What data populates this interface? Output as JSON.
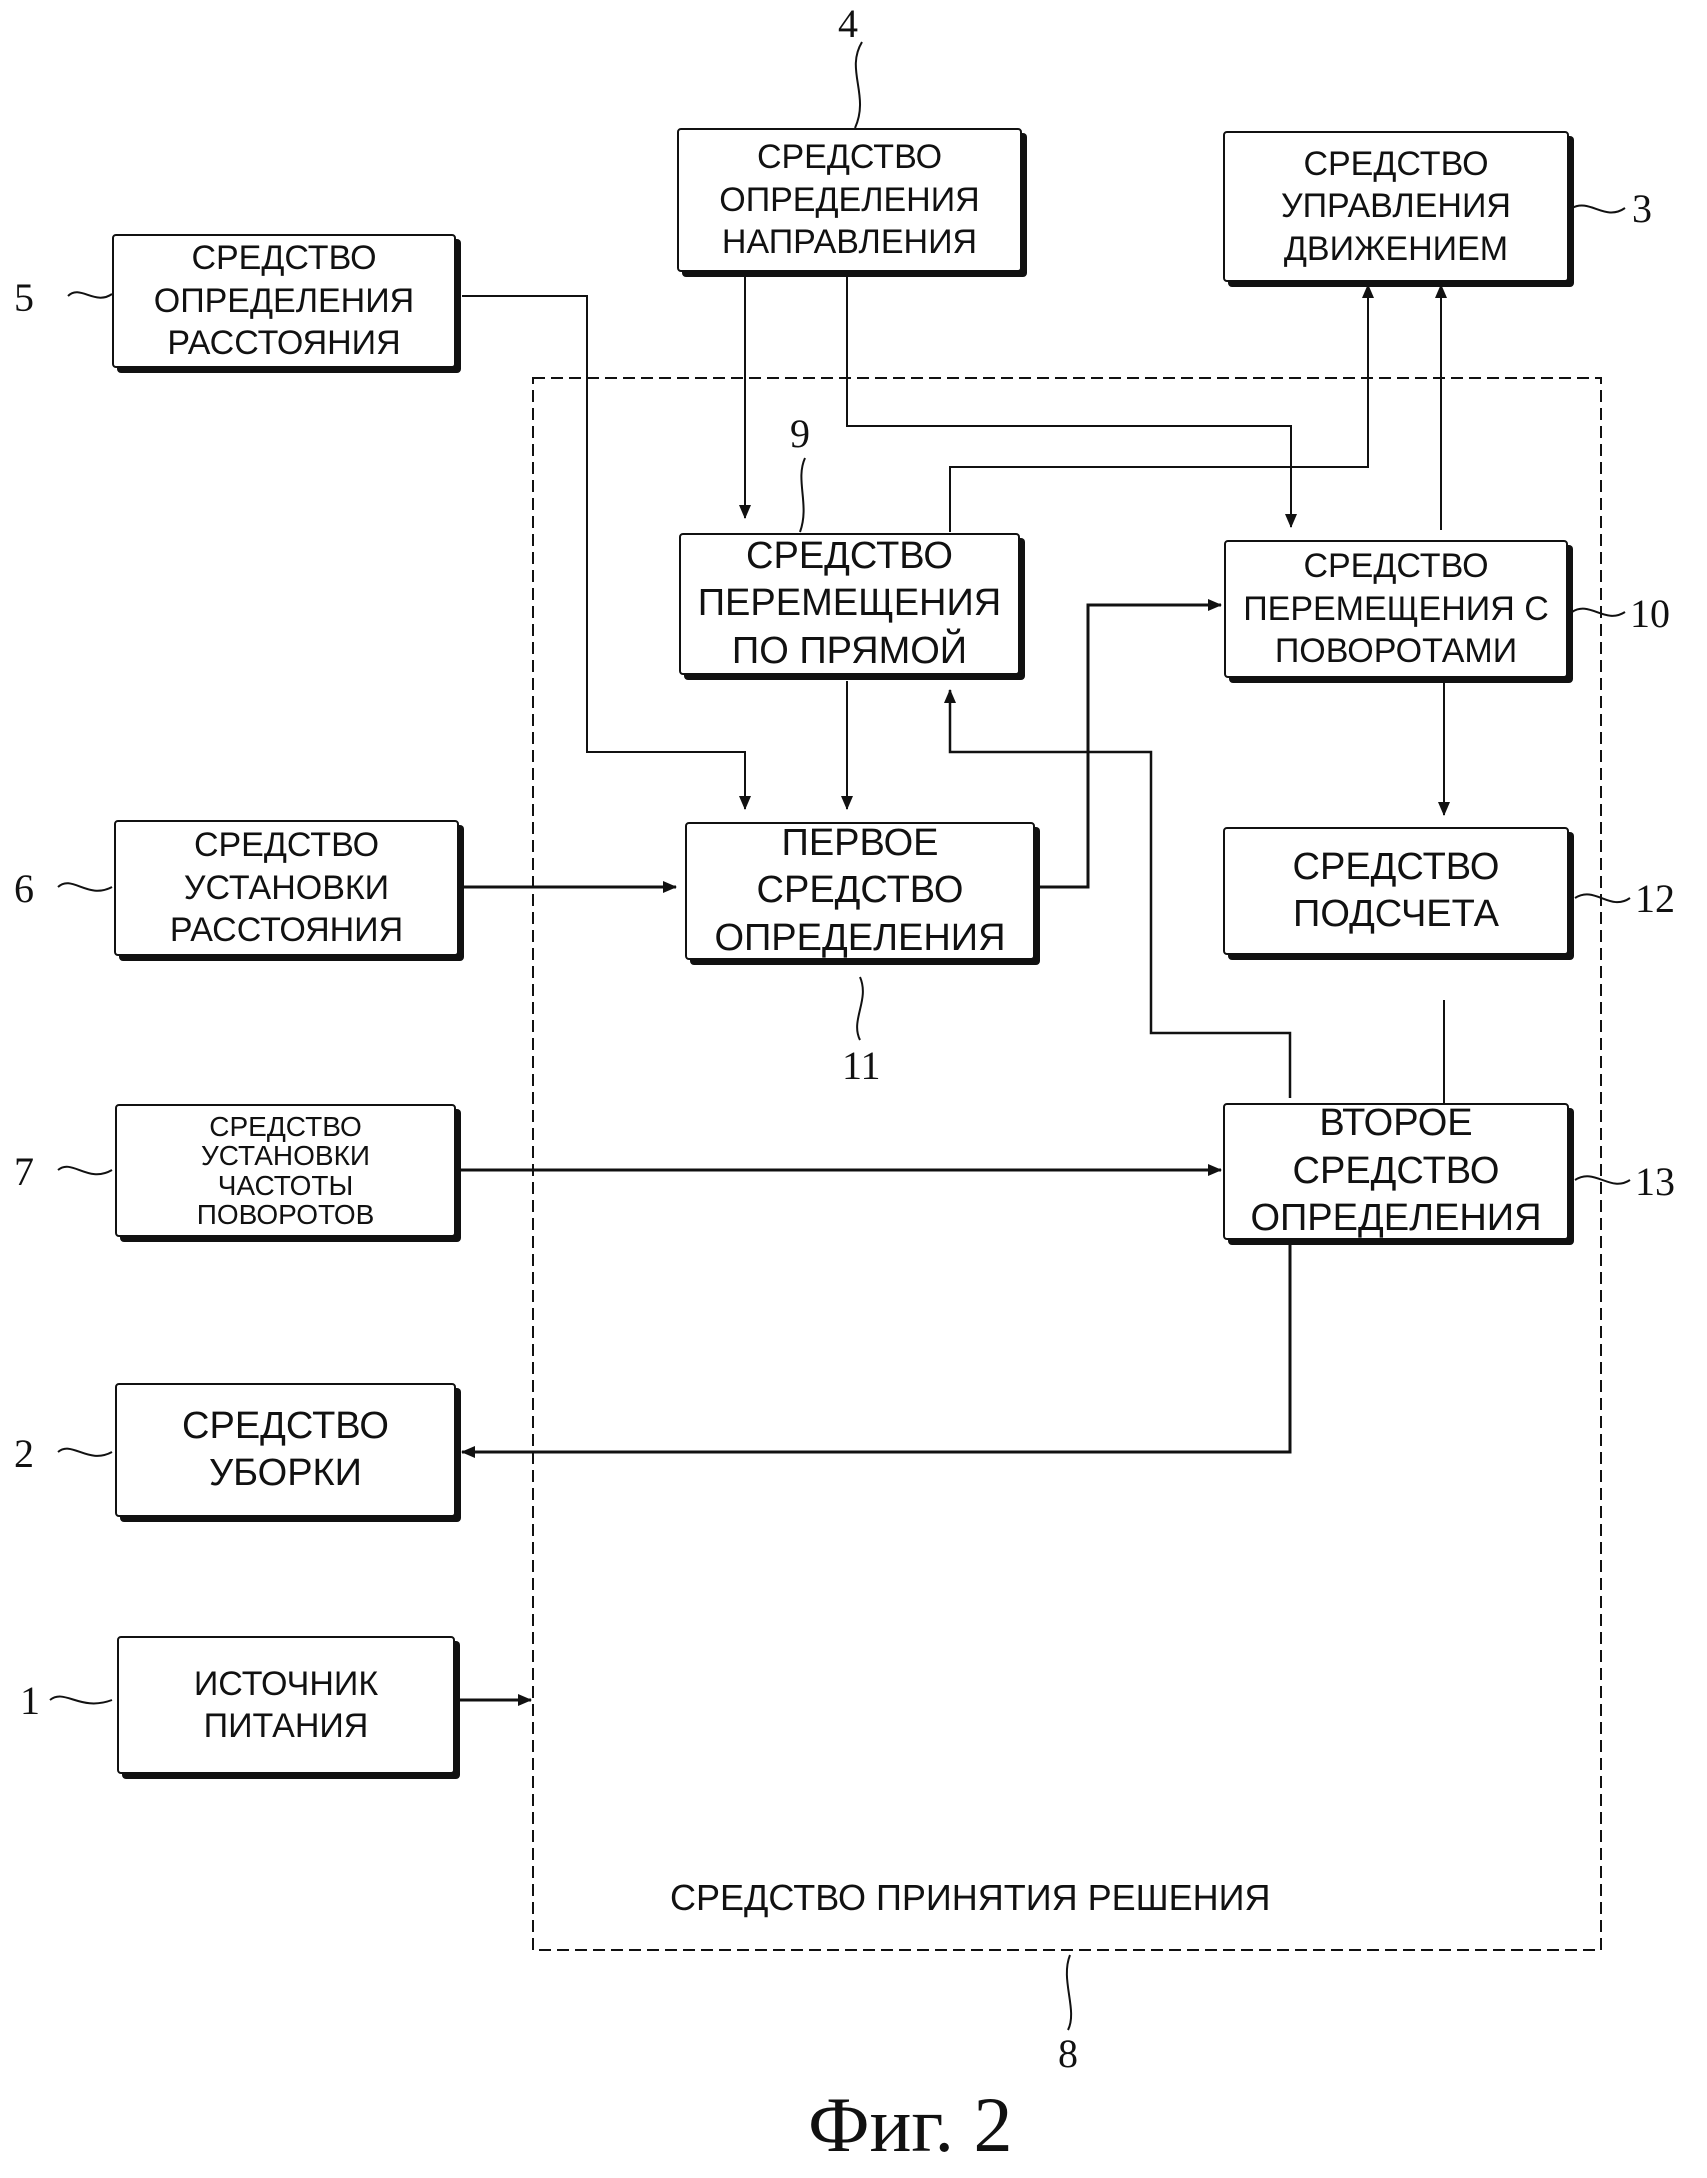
{
  "figure_caption": "Фиг. 2",
  "frame": {
    "ref": "8",
    "label": "СРЕДСТВО ПРИНЯТИЯ РЕШЕНИЯ"
  },
  "blocks": {
    "power": {
      "ref": "1",
      "lines": [
        "ИСТОЧНИК",
        "ПИТАНИЯ"
      ]
    },
    "cleaning": {
      "ref": "2",
      "lines": [
        "СРЕДСТВО",
        "УБОРКИ"
      ]
    },
    "motion_control": {
      "ref": "3",
      "lines": [
        "СРЕДСТВО",
        "УПРАВЛЕНИЯ",
        "ДВИЖЕНИЕМ"
      ]
    },
    "direction_detect": {
      "ref": "4",
      "lines": [
        "СРЕДСТВО",
        "ОПРЕДЕЛЕНИЯ",
        "НАПРАВЛЕНИЯ"
      ]
    },
    "distance_detect": {
      "ref": "5",
      "lines": [
        "СРЕДСТВО",
        "ОПРЕДЕЛЕНИЯ",
        "РАССТОЯНИЯ"
      ]
    },
    "distance_set": {
      "ref": "6",
      "lines": [
        "СРЕДСТВО",
        "УСТАНОВКИ",
        "РАССТОЯНИЯ"
      ]
    },
    "turn_freq_set": {
      "ref": "7",
      "lines": [
        "СРЕДСТВО",
        "УСТАНОВКИ",
        "ЧАСТОТЫ",
        "ПОВОРОТОВ"
      ]
    },
    "straight_move": {
      "ref": "9",
      "lines": [
        "СРЕДСТВО",
        "ПЕРЕМЕЩЕНИЯ",
        "ПО ПРЯМОЙ"
      ]
    },
    "turn_move": {
      "ref": "10",
      "lines": [
        "СРЕДСТВО",
        "ПЕРЕМЕЩЕНИЯ С",
        "ПОВОРОТАМИ"
      ]
    },
    "first_detect": {
      "ref": "11",
      "lines": [
        "ПЕРВОЕ",
        "СРЕДСТВО",
        "ОПРЕДЕЛЕНИЯ"
      ]
    },
    "counter": {
      "ref": "12",
      "lines": [
        "СРЕДСТВО",
        "ПОДСЧЕТА"
      ]
    },
    "second_detect": {
      "ref": "13",
      "lines": [
        "ВТОРОЕ",
        "СРЕДСТВО",
        "ОПРЕДЕЛЕНИЯ"
      ]
    }
  },
  "connections": [
    {
      "from": "direction_detect",
      "to": "straight_move"
    },
    {
      "from": "direction_detect",
      "to": "turn_move"
    },
    {
      "from": "distance_detect",
      "to": "first_detect"
    },
    {
      "from": "straight_move",
      "to": "first_detect"
    },
    {
      "from": "straight_move",
      "to": "motion_control"
    },
    {
      "from": "turn_move",
      "to": "motion_control"
    },
    {
      "from": "distance_set",
      "to": "first_detect"
    },
    {
      "from": "first_detect",
      "to": "turn_move"
    },
    {
      "from": "turn_move",
      "to": "counter"
    },
    {
      "from": "counter",
      "to": "second_detect"
    },
    {
      "from": "second_detect",
      "to": "straight_move"
    },
    {
      "from": "turn_freq_set",
      "to": "second_detect"
    },
    {
      "from": "second_detect",
      "to": "cleaning"
    },
    {
      "from": "power",
      "to": "frame"
    }
  ]
}
